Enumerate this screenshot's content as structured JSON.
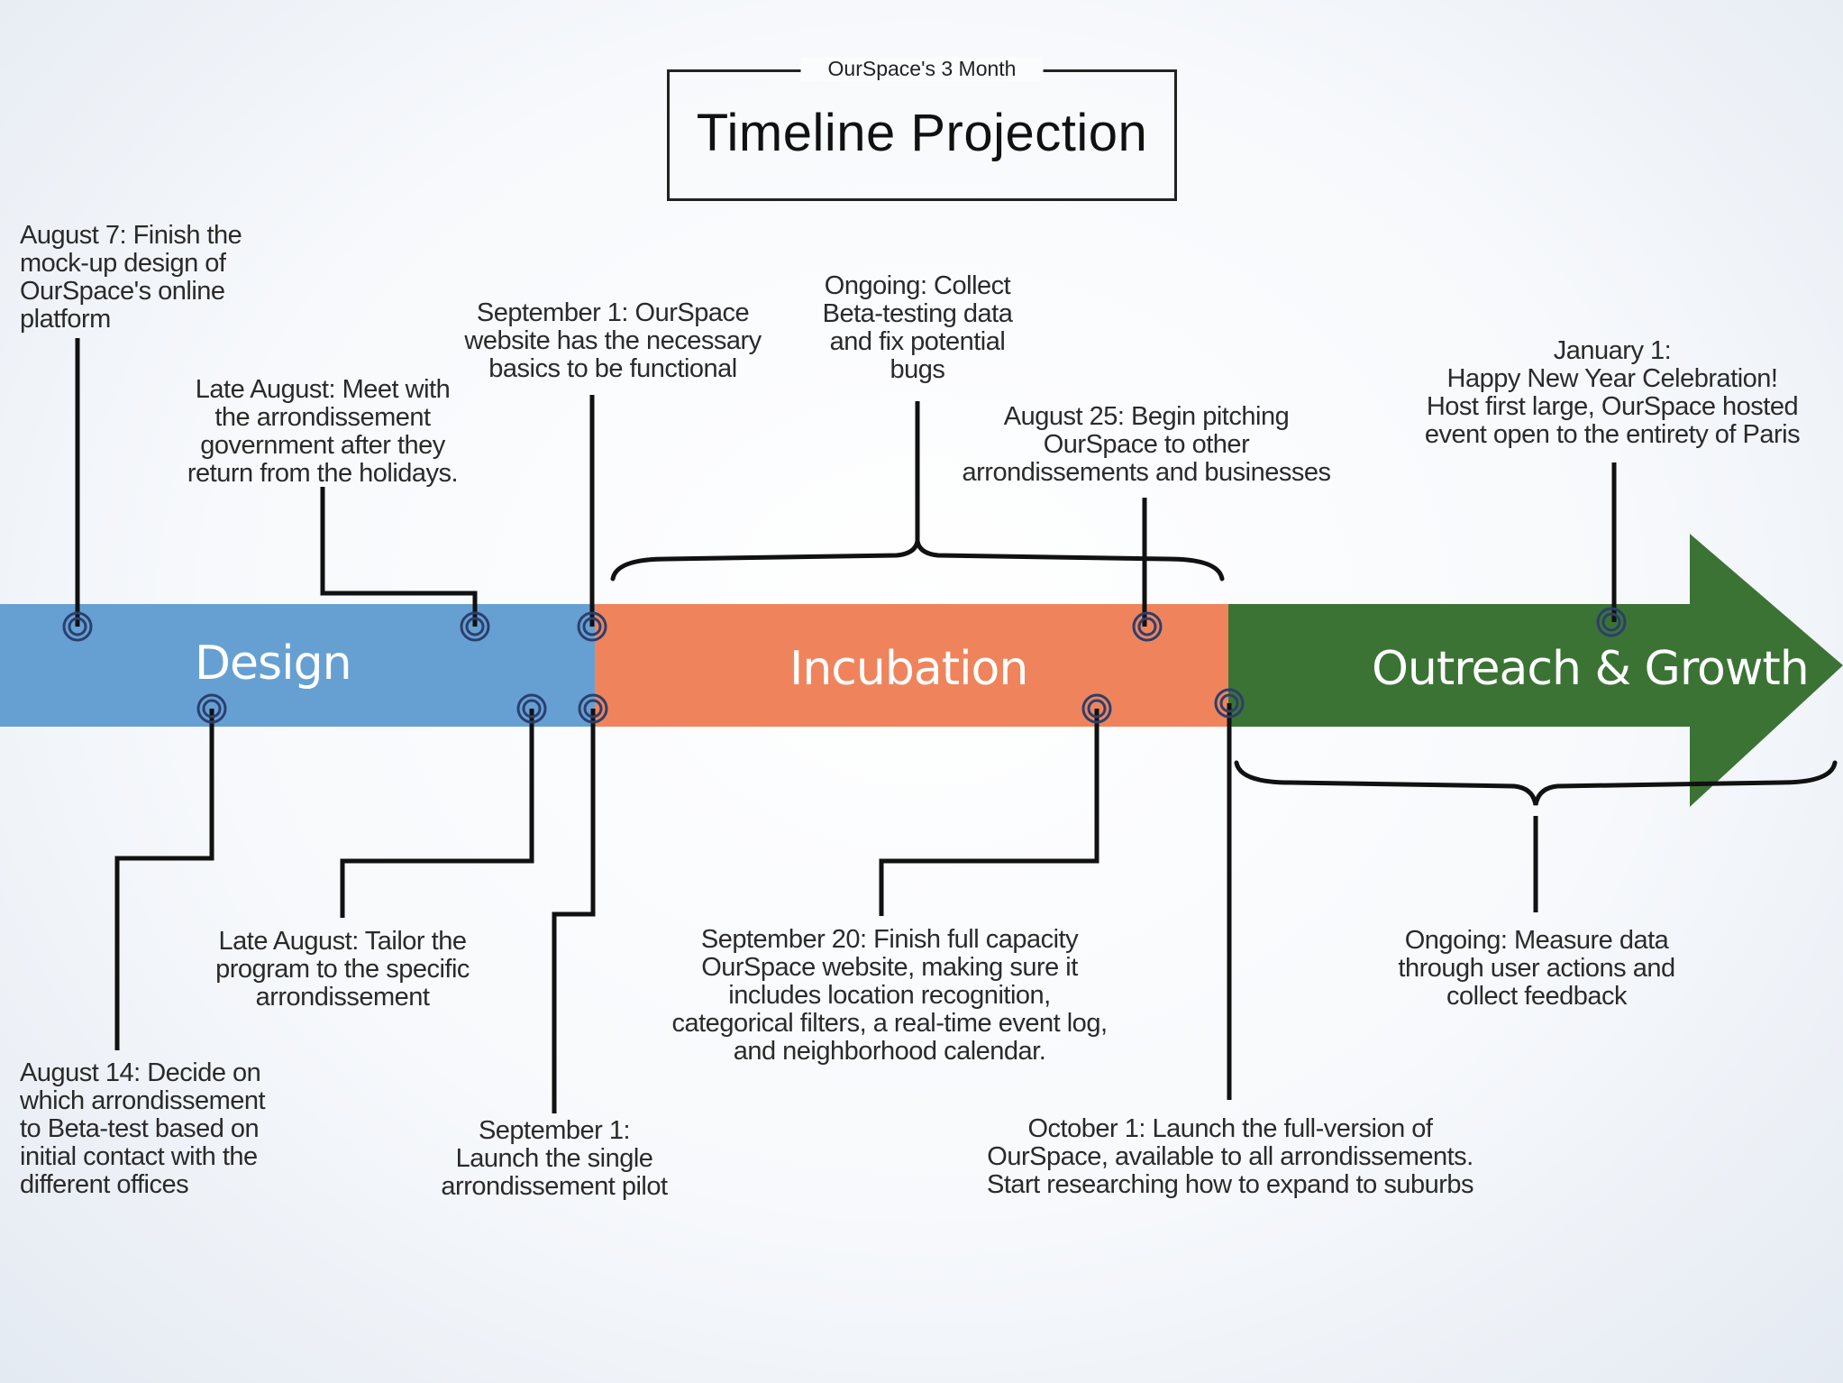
{
  "title": {
    "small": "OurSpace's 3 Month",
    "main": "Timeline Projection"
  },
  "phases": [
    {
      "label": "Design",
      "color": "#66a0d2"
    },
    {
      "label": "Incubation",
      "color": "#ef845c"
    },
    {
      "label": "Outreach & Growth",
      "color": "#3b7334"
    }
  ],
  "milestones": {
    "aug7": "August 7: Finish the\nmock-up design of\nOurSpace's online\nplatform",
    "late_aug_meet": "Late August: Meet with\nthe arrondissement\ngovernment after they\nreturn from the holidays.",
    "sep1_functional": "September 1: OurSpace\nwebsite has the necessary\nbasics to be functional",
    "ongoing_beta": "Ongoing: Collect\nBeta-testing data\nand fix potential\nbugs",
    "aug25": "August 25: Begin pitching\nOurSpace to other\narrondissements and businesses",
    "jan1": "January 1:\nHappy New Year Celebration!\nHost first large, OurSpace hosted\nevent open to the entirety of Paris",
    "late_aug_tailor": "Late August: Tailor the\nprogram to the specific\narrondissement",
    "aug14": "August 14: Decide on\nwhich arrondissement\nto Beta-test based on\ninitial contact with the\ndifferent offices",
    "sep1_pilot": "September 1:\nLaunch the single\narrondissement pilot",
    "sep20": "September 20: Finish full capacity\nOurSpace website, making sure it\nincludes location recognition,\ncategorical filters, a real-time event log,\nand neighborhood calendar.",
    "oct1": "October 1: Launch the full-version of\nOurSpace, available to all arrondissements.\nStart researching how to expand to suburbs",
    "ongoing_measure": "Ongoing: Measure data\nthrough user actions and\ncollect feedback"
  }
}
